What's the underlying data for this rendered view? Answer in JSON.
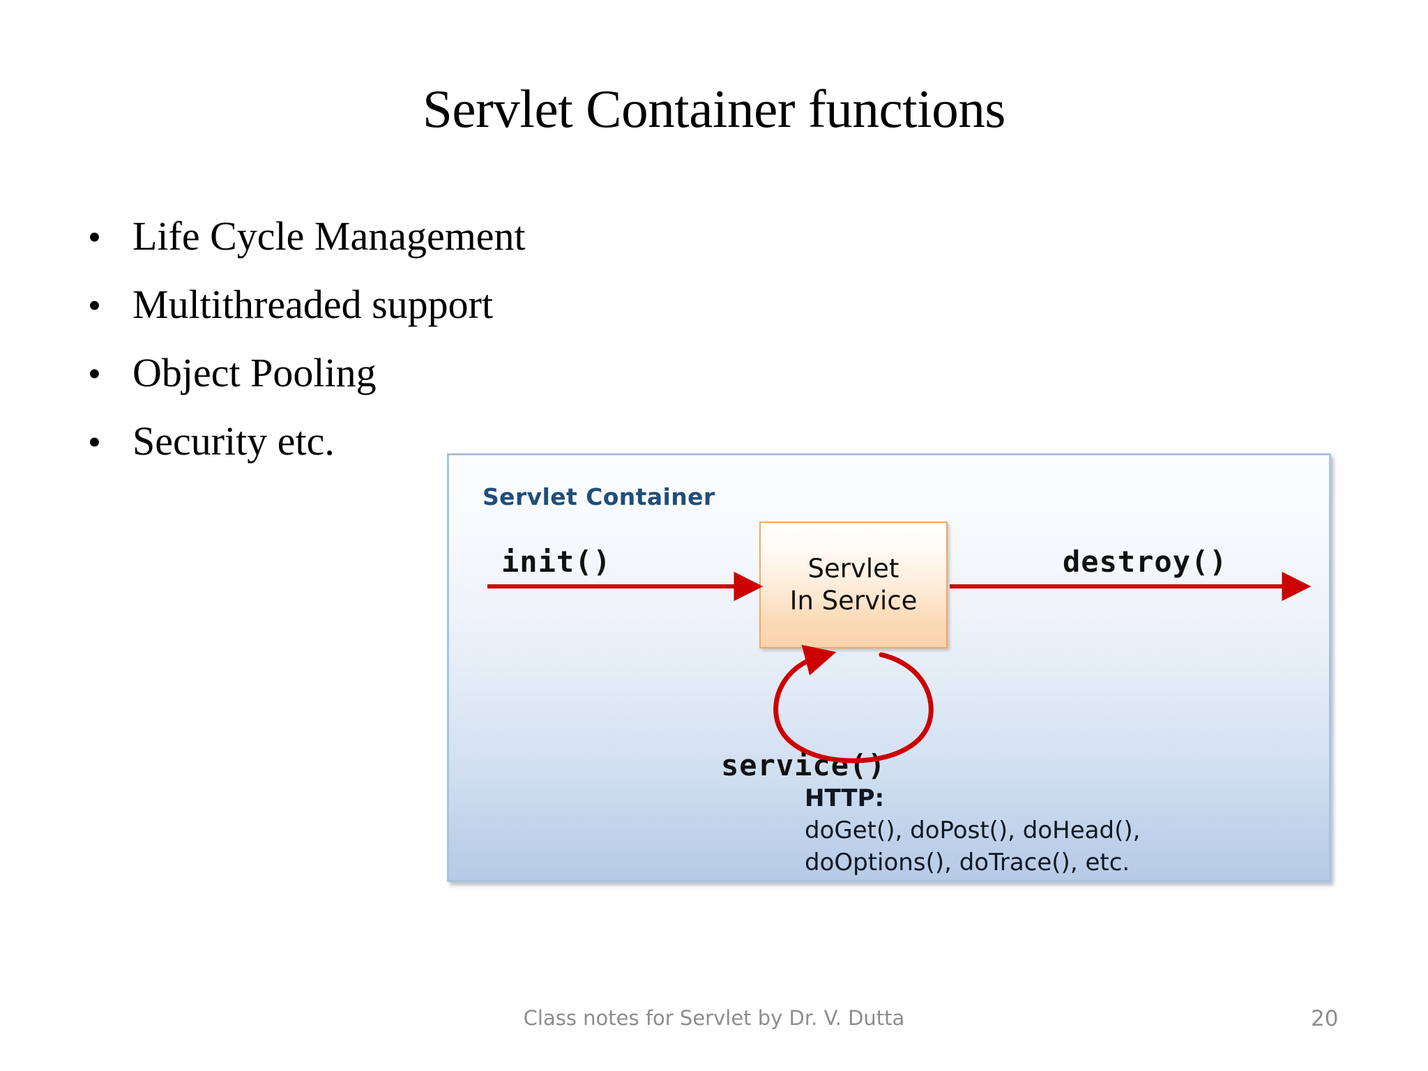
{
  "slide": {
    "title": "Servlet Container functions",
    "bullet_marker": "•",
    "bullets": [
      {
        "label": "Life Cycle Management"
      },
      {
        "label": "Multithreaded support"
      },
      {
        "label": "Object Pooling"
      },
      {
        "label": "Security etc."
      }
    ],
    "footer": {
      "note": "Class notes for Servlet by Dr. V. Dutta",
      "page_number": "20"
    }
  },
  "figure": {
    "caption": "Servlet Container",
    "init_label": "init()",
    "destroy_label": "destroy()",
    "service_label": "service()",
    "servlet_box": {
      "line1": "Servlet",
      "line2": "In Service"
    },
    "http": {
      "heading": "HTTP:",
      "methods_line1": "doGet(), doPost(), doHead(),",
      "methods_line2": "doOptions(), doTrace(), etc."
    },
    "colors": {
      "arrow_red": "#cc0000",
      "caption_blue": "#1f4e79",
      "box_border_orange": "#f0a964",
      "figure_border_blue": "#a8c2de",
      "figure_bg_top": "#fcfdfe",
      "figure_bg_bottom": "#b6cbe6",
      "footer_gray": "#8d8d8d"
    }
  }
}
